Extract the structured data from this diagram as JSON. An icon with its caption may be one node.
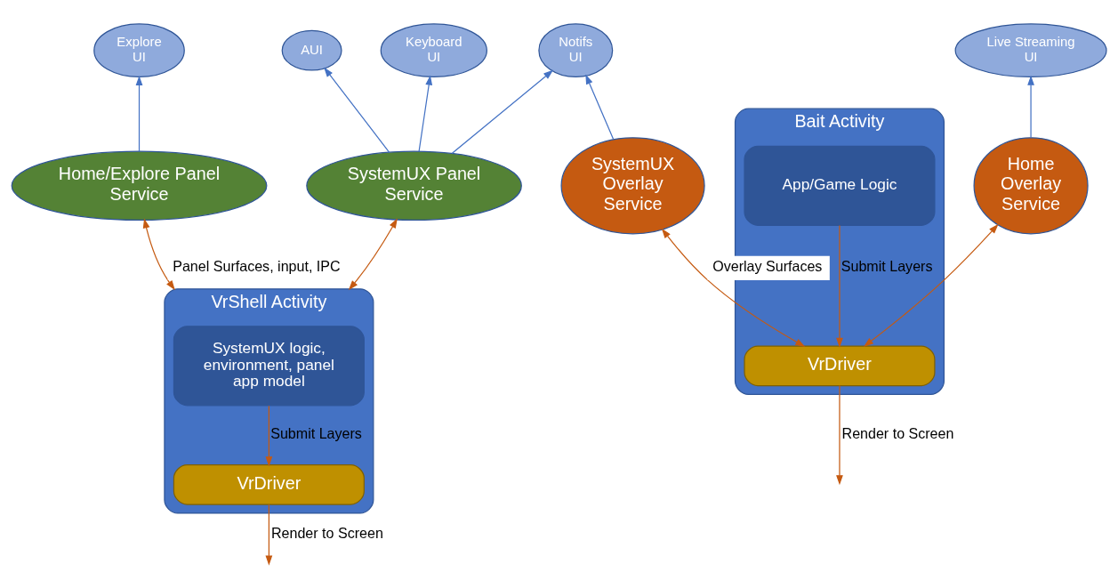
{
  "diagram": {
    "nodes": [
      {
        "text": [
          "Explore UI"
        ]
      },
      {
        "text": [
          "AUI"
        ]
      },
      {
        "text": [
          "Keyboard UI"
        ]
      },
      {
        "text": [
          "Notifs UI"
        ]
      },
      {
        "text": [
          "Live Streaming UI"
        ]
      },
      {
        "text": [
          "Home/Explore Panel Service"
        ]
      },
      {
        "text": [
          "SystemUX Panel Service"
        ]
      },
      {
        "text": [
          "SystemUX Overlay Service"
        ]
      },
      {
        "text": [
          "Home Overlay Service"
        ]
      },
      {
        "text": [
          "VrShell Activity"
        ]
      },
      {
        "text": [
          "SystemUX logic, environment, panel app model"
        ],
        "in": 9
      },
      {
        "text": [
          "VrDriver"
        ],
        "in": 9
      },
      {
        "text": [
          "Bait Activity"
        ]
      },
      {
        "text": [
          "App/Game Logic"
        ],
        "in": 12
      },
      {
        "text": [
          "VrDriver"
        ],
        "in": 12
      }
    ],
    "edges": [
      {
        "from": 5,
        "to": 0,
        "arrow": "to",
        "color": "#4472c4"
      },
      {
        "from": 6,
        "to": 1,
        "arrow": "to",
        "color": "#4472c4"
      },
      {
        "from": 6,
        "to": 2,
        "arrow": "to",
        "color": "#4472c4"
      },
      {
        "from": 6,
        "to": 3,
        "arrow": "to",
        "color": "#4472c4"
      },
      {
        "from": 7,
        "to": 3,
        "arrow": "to",
        "color": "#4472c4"
      },
      {
        "from": 8,
        "to": 4,
        "arrow": "to",
        "color": "#4472c4"
      },
      {
        "from": 9,
        "to": 5,
        "arrow": "both",
        "label": "Panel Surfaces, input, IPC"
      },
      {
        "from": 9,
        "to": 6,
        "arrow": "both"
      },
      {
        "from": 10,
        "to": 11,
        "arrow": "to",
        "label": "Submit Layers"
      },
      {
        "from": 11,
        "to": null,
        "arrow": "to",
        "label": "Render to Screen"
      },
      {
        "from": 14,
        "to": 7,
        "arrow": "both",
        "label": "Overlay Surfaces"
      },
      {
        "from": 14,
        "to": 8,
        "arrow": "both"
      },
      {
        "from": 13,
        "to": 14,
        "arrow": "to",
        "label": "Submit Layers"
      },
      {
        "from": 14,
        "to": null,
        "arrow": "to",
        "label": "Render to Screen"
      }
    ]
  }
}
